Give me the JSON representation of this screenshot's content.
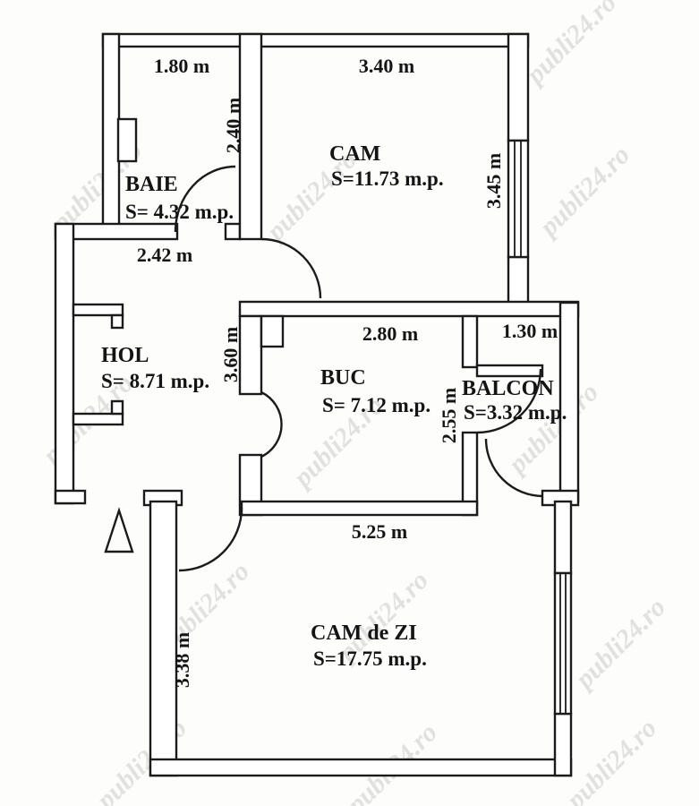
{
  "plan": {
    "type": "apartment-floor-plan",
    "watermark_text": "publi24.ro",
    "colors": {
      "wall": "#1b1b1b",
      "background": "#fdfdfc",
      "text": "#141414",
      "watermark": "#c7c7c5"
    }
  },
  "rooms": {
    "baie": {
      "name": "BAIE",
      "area": "S= 4.32 m.p.",
      "width_label": "1.80 m",
      "height_label": "2.40 m"
    },
    "cam": {
      "name": "CAM",
      "area": "S=11.73 m.p.",
      "width_label": "3.40 m",
      "height_label": "3.45 m"
    },
    "hol": {
      "name": "HOL",
      "area": "S= 8.71 m.p.",
      "width_label": "2.42 m",
      "height_label": "3.60 m"
    },
    "buc": {
      "name": "BUC",
      "area": "S= 7.12 m.p.",
      "width_label": "2.80 m",
      "height_label": "2.55 m"
    },
    "balcon": {
      "name": "BALCON",
      "area": "S=3.32 m.p.",
      "width_label": "1.30 m"
    },
    "cam_de_zi": {
      "name": "CAM de ZI",
      "area": "S=17.75 m.p.",
      "width_label": "5.25 m",
      "height_label": "3.38 m"
    }
  }
}
